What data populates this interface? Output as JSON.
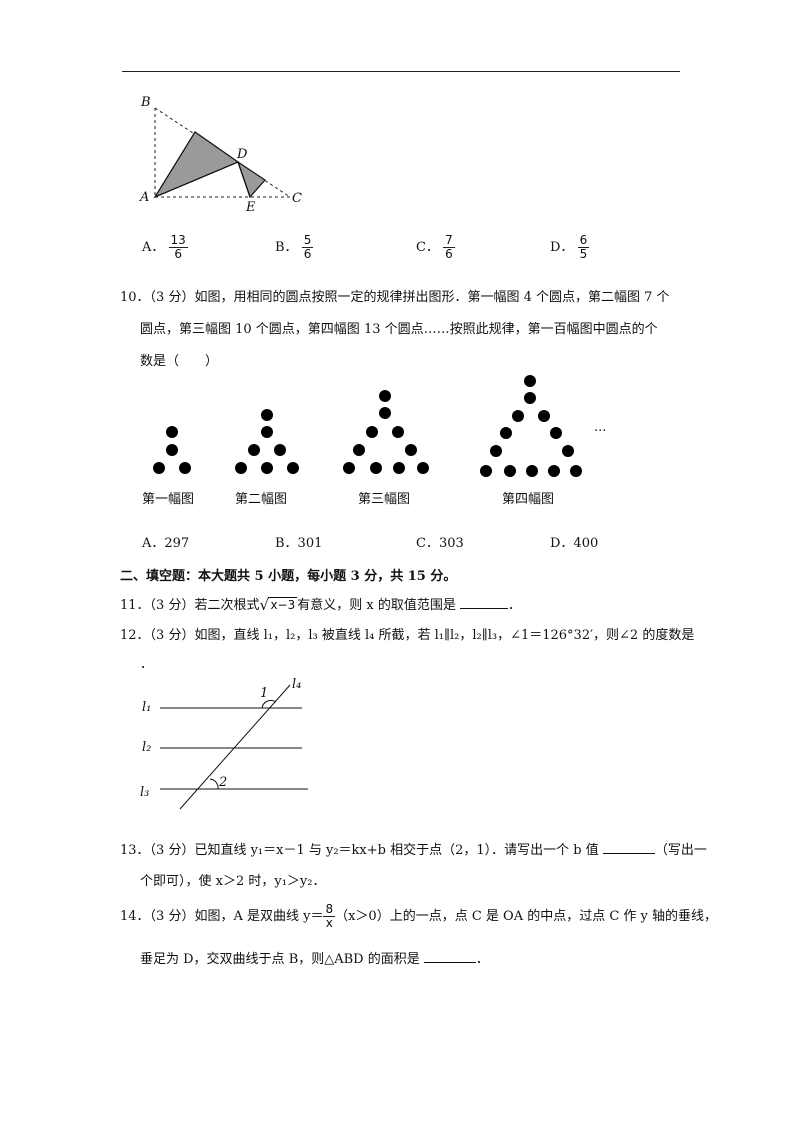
{
  "q9": {
    "labels": {
      "B": "B",
      "D": "D",
      "A": "A",
      "E": "E",
      "C": "C"
    },
    "options": [
      {
        "letter": "A．",
        "num": "13",
        "den": "6"
      },
      {
        "letter": "B．",
        "num": "5",
        "den": "6"
      },
      {
        "letter": "C．",
        "num": "7",
        "den": "6"
      },
      {
        "letter": "D．",
        "num": "6",
        "den": "5"
      }
    ]
  },
  "q10": {
    "line1": "10．（3 分）如图，用相同的圆点按照一定的规律拼出图形．第一幅图 4 个圆点，第二幅图 7 个",
    "line2": "圆点，第三幅图 10 个圆点，第四幅图 13 个圆点……按照此规律，第一百幅图中圆点的个",
    "line3": "数是（　　）",
    "captions": [
      "第一幅图",
      "第二幅图",
      "第三幅图",
      "第四幅图"
    ],
    "ellipsis": "···",
    "options": [
      "A．297",
      "B．301",
      "C．303",
      "D．400"
    ]
  },
  "section2": "二、填空题：本大题共 5 小题，每小题 3 分，共 15 分。",
  "q11": {
    "prefix": "11．（3 分）若二次根式",
    "radicand": "x−3",
    "suffix": "有意义，则 x 的取值范围是",
    "end": "．"
  },
  "q12": {
    "line1": "12．（3 分）如图，直线 l₁，l₂，l₃ 被直线 l₄ 所截，若 l₁∥l₂，l₂∥l₃，∠1＝126°32′，则∠2 的度数是",
    "line2": "．",
    "labels": {
      "l1": "l₁",
      "l2": "l₂",
      "l3": "l₃",
      "l4": "l₄",
      "a1": "1",
      "a2": "2"
    }
  },
  "q13": {
    "line1a": "13．（3 分）已知直线 y₁＝x－1 与 y₂＝kx+b 相交于点（2，1）．请写出一个 b 值",
    "line1b": "（写出一",
    "line2": "个即可），使 x＞2 时，y₁＞y₂．"
  },
  "q14": {
    "prefix": "14．（3 分）如图，A 是双曲线 y＝",
    "num": "8",
    "den": "x",
    "suffix": "（x＞0）上的一点，点 C 是 OA 的中点，过点 C 作 y 轴的垂线，",
    "line2": "垂足为 D，交双曲线于点 B，则△ABD 的面积是",
    "end": "．"
  }
}
